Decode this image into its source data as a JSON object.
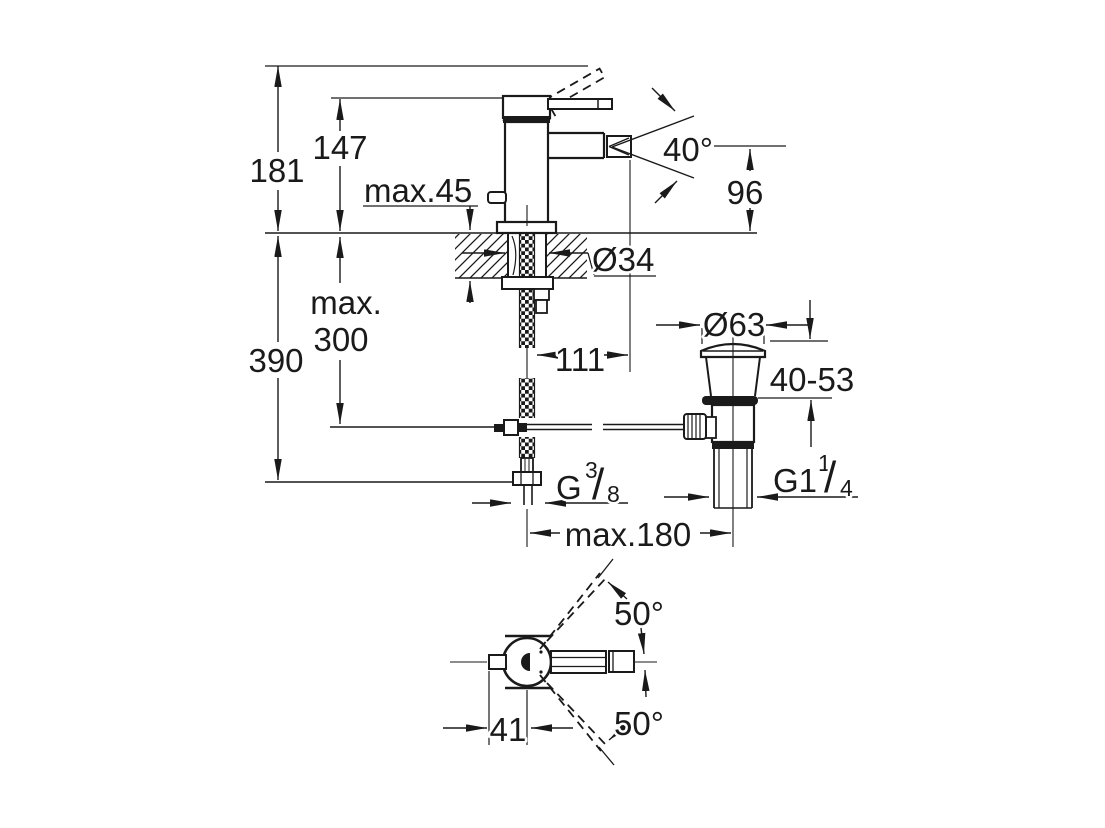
{
  "drawing": {
    "background_color": "#ffffff",
    "line_color": "#1a1a1a",
    "description": "faucet installation dimension drawing"
  },
  "labels": {
    "total_height": "181",
    "body_height": "147",
    "max_deck_thickness": "max.45",
    "spray_angle": "40°",
    "outlet_height": "96",
    "hole_diameter": "Ø34",
    "hose_length_line1": "max.",
    "hose_length_line2": "300",
    "overall_height_below": "390",
    "spout_reach": "111",
    "waste_flange_diameter": "Ø63",
    "waste_height_range": "40-53",
    "supply_thread": {
      "base": "G",
      "sup": "3",
      "slash": "/",
      "sub": "8"
    },
    "waste_thread": {
      "base": "G1",
      "sup": "1",
      "slash": "/",
      "sub": "4"
    },
    "rod_reach": "max.180",
    "swivel_angle_upper": "50°",
    "swivel_angle_lower": "50°",
    "handle_axis_offset": "41"
  }
}
